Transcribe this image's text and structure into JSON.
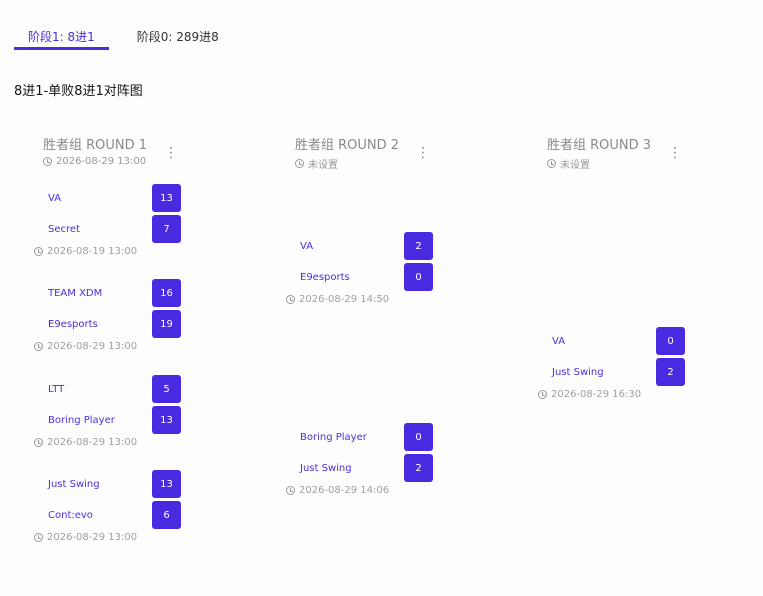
{
  "tabs": [
    {
      "label": "阶段1: 8进1"
    },
    {
      "label": "阶段0: 289进8"
    }
  ],
  "page_title": "8进1-单败8进1对阵图",
  "rounds": [
    {
      "title": "胜者组 ROUND 1",
      "time": "2026-08-29 13:00",
      "matches": [
        {
          "team1": "VA",
          "score1": "13",
          "team2": "Secret",
          "score2": "7",
          "time": "2026-08-19 13:00"
        },
        {
          "team1": "TEAM XDM",
          "score1": "16",
          "team2": "E9esports",
          "score2": "19",
          "time": "2026-08-29 13:00"
        },
        {
          "team1": "LTT",
          "score1": "5",
          "team2": "Boring Player",
          "score2": "13",
          "time": "2026-08-29 13:00"
        },
        {
          "team1": "Just Swing",
          "score1": "13",
          "team2": "Cont:evo",
          "score2": "6",
          "time": "2026-08-29 13:00"
        }
      ]
    },
    {
      "title": "胜者组 ROUND 2",
      "time": "未设置",
      "matches": [
        {
          "team1": "VA",
          "score1": "2",
          "team2": "E9esports",
          "score2": "0",
          "time": "2026-08-29 14:50"
        },
        {
          "team1": "Boring Player",
          "score1": "0",
          "team2": "Just Swing",
          "score2": "2",
          "time": "2026-08-29 14:06"
        }
      ]
    },
    {
      "title": "胜者组 ROUND 3",
      "time": "未设置",
      "matches": [
        {
          "team1": "VA",
          "score1": "0",
          "team2": "Just Swing",
          "score2": "2",
          "time": "2026-08-29 16:30"
        }
      ]
    }
  ],
  "colors": {
    "accent": "#4a2ae0",
    "team_text": "#4b2ee0",
    "muted": "#9a9a9a"
  }
}
